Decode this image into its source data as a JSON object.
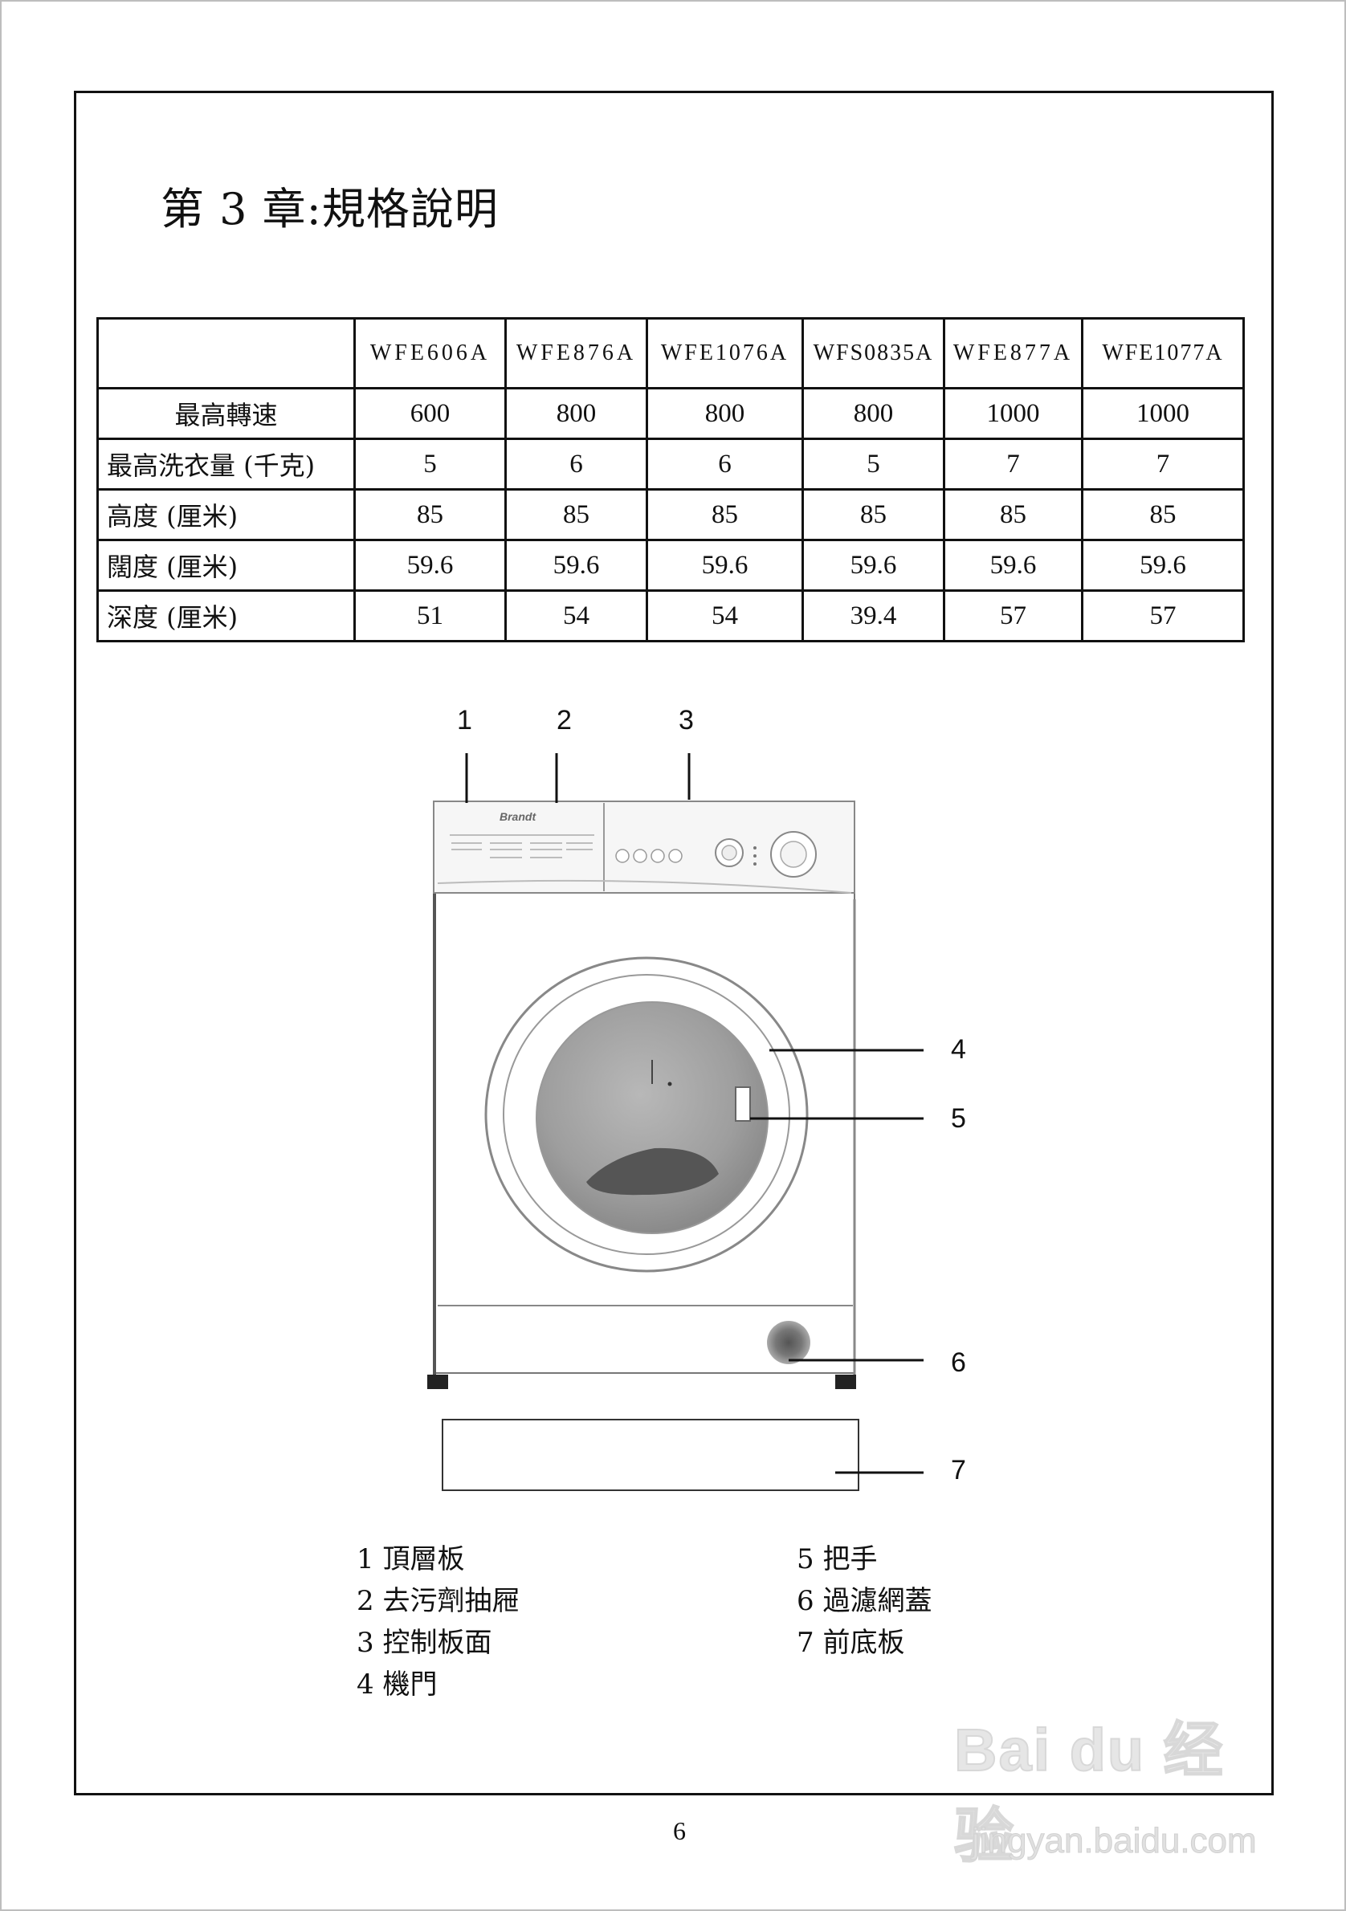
{
  "title": "第 3 章:規格說明",
  "spec_table": {
    "models": [
      "WFE606A",
      "WFE876A",
      "WFE1076A",
      "WFS0835A",
      "WFE877A",
      "WFE1077A"
    ],
    "rows": [
      {
        "label": "最高轉速",
        "values": [
          "600",
          "800",
          "800",
          "800",
          "1000",
          "1000"
        ]
      },
      {
        "label": "最高洗衣量 (千克)",
        "values": [
          "5",
          "6",
          "6",
          "5",
          "7",
          "7"
        ]
      },
      {
        "label": "高度 (厘米)",
        "values": [
          "85",
          "85",
          "85",
          "85",
          "85",
          "85"
        ]
      },
      {
        "label": "闊度 (厘米)",
        "values": [
          "59.6",
          "59.6",
          "59.6",
          "59.6",
          "59.6",
          "59.6"
        ]
      },
      {
        "label": "深度 (厘米)",
        "values": [
          "51",
          "54",
          "54",
          "39.4",
          "57",
          "57"
        ]
      }
    ]
  },
  "diagram": {
    "brand": "Brandt",
    "callouts": [
      "1",
      "2",
      "3",
      "4",
      "5",
      "6",
      "7"
    ]
  },
  "legend": {
    "left": [
      "1 頂層板",
      "2 去污劑抽屜",
      "3 控制板面",
      "4 機門"
    ],
    "right": [
      "5 把手",
      "6 過濾網蓋",
      "7 前底板"
    ]
  },
  "page_number": "6",
  "watermark": {
    "logo": "Bai du 经验",
    "url": "jingyan.baidu.com"
  }
}
